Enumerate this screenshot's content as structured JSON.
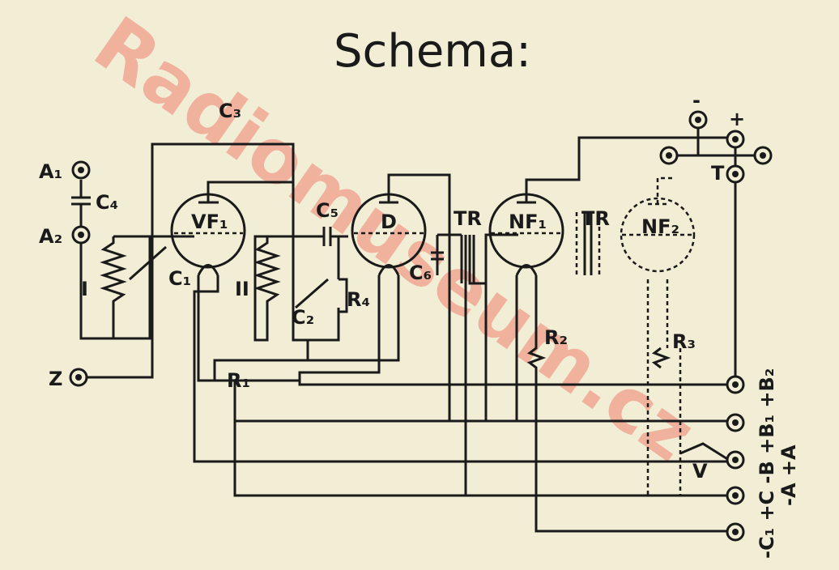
{
  "title": "Schema:",
  "watermark": "Radiomuseum.cz",
  "labels": {
    "a1": "A₁",
    "a2": "A₂",
    "z": "Z",
    "c1": "C₁",
    "c2": "C₂",
    "c3": "C₃",
    "c4": "C₄",
    "c5": "C₅",
    "c6": "C₆",
    "coil1": "I",
    "coil2": "II",
    "r1": "R₁",
    "r2": "R₂",
    "r3": "R₃",
    "r4": "R₄",
    "vf1": "VF₁",
    "d": "D",
    "nf1": "NF₁",
    "nf2": "NF₂",
    "tr1": "TR",
    "tr2": "TR",
    "t": "T",
    "v": "V",
    "plus": "+",
    "minus": "-"
  },
  "terminals": {
    "row1": "-C₁ +C -B +B₁ +B₂",
    "row2": "-A +A"
  },
  "colors": {
    "ink": "#1a1a1a",
    "paper": "#f2eed6",
    "watermark": "#f08070"
  }
}
